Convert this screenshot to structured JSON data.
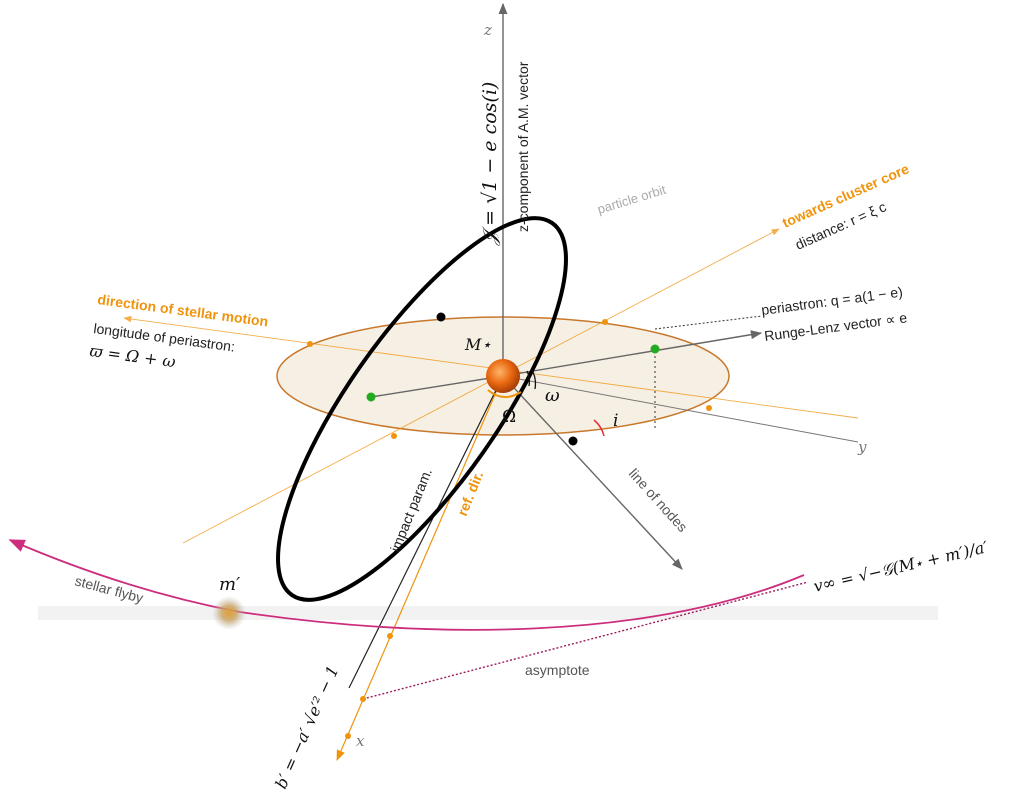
{
  "colors": {
    "orange": "#f0930d",
    "disc_fill": "#f6efe3",
    "disc_stroke": "#c8782c",
    "magenta": "#cc2d7d",
    "axis_grey": "#666666",
    "star": "#e2620d",
    "green": "#22aa22",
    "angle_red": "#e03030"
  },
  "axes": {
    "z": "z",
    "y": "y",
    "x": "x"
  },
  "labels": {
    "am_vector": "z-component of A.M. vector",
    "j_formula": "𝒥 = √1 − e cos(i)",
    "particle_orbit": "particle orbit",
    "towards_core": "towards cluster core",
    "core_distance": "distance: r = ξ c",
    "stellar_motion": "direction of stellar motion",
    "longitude_periastron": "longitude of periastron:",
    "varpi_formula": "ϖ = Ω + ω",
    "periastron": "periastron: q = a(1 − e)",
    "runge_lenz": "Runge-Lenz vector ∝ e",
    "m_star": "M⋆",
    "omega_small": "ω",
    "omega_big": "Ω",
    "inclination": "i",
    "line_of_nodes": "line of nodes",
    "impact_param": "impact param.",
    "ref_dir": "ref. dir.",
    "stellar_flyby": "stellar flyby",
    "m_prime": "m′",
    "v_infinity": "v∞ = √−𝒢(M⋆ + m′)/a′",
    "asymptote": "asymptote",
    "b_prime": "b′ = −a′ √e′² − 1"
  }
}
